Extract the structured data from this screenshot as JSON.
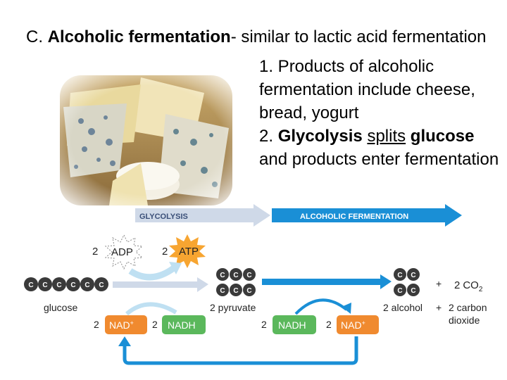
{
  "heading": {
    "prefix": "C. ",
    "bold": "Alcoholic fermentation",
    "rest": "- similar to lactic acid fermentation"
  },
  "points": [
    {
      "text": "1. Products of alcoholic fermentation include cheese, bread, yogurt"
    },
    {
      "num": "2. ",
      "bold1": "Glycolysis",
      "space": " ",
      "underlined": "splits",
      "newline": " ",
      "bold2": "glucose",
      "rest": " and products enter fermentation"
    }
  ],
  "diagram": {
    "glycolysis_label": "GLYCOLYSIS",
    "alcoholic_label": "ALCOHOLIC FERMENTATION",
    "adp_coef": "2",
    "adp": "ADP",
    "atp_coef": "2",
    "atp": "ATP",
    "carbon": "C",
    "glucose": "glucose",
    "pyruvate": "2 pyruvate",
    "alcohol": "2 alcohol",
    "plus1": "+",
    "plus2": "+",
    "co2_coef": "2",
    "co2": "CO",
    "co2_sub": "2",
    "carbon_dioxide_line1": "2 carbon",
    "carbon_dioxide_line2": "dioxide",
    "nad1_coef": "2",
    "nad1": "NAD",
    "nad1_sup": "+",
    "nadh1_coef": "2",
    "nadh1": "NADH",
    "nadh2_coef": "2",
    "nadh2": "NADH",
    "nad2_coef": "2",
    "nad2": "NAD",
    "nad2_sup": "+",
    "colors": {
      "glycolysis_bar": "#cfd9e8",
      "glycolysis_text": "#3a4f78",
      "fermentation_bar": "#1a8fd6",
      "carbon_circle": "#3a3a3a",
      "nad": "#f08a2f",
      "nadh": "#5bb85c",
      "atp": "#f7a531",
      "adp": "#ffffff",
      "light_arrow": "#bfe0f2",
      "dark_arrow": "#1a8fd6"
    }
  }
}
